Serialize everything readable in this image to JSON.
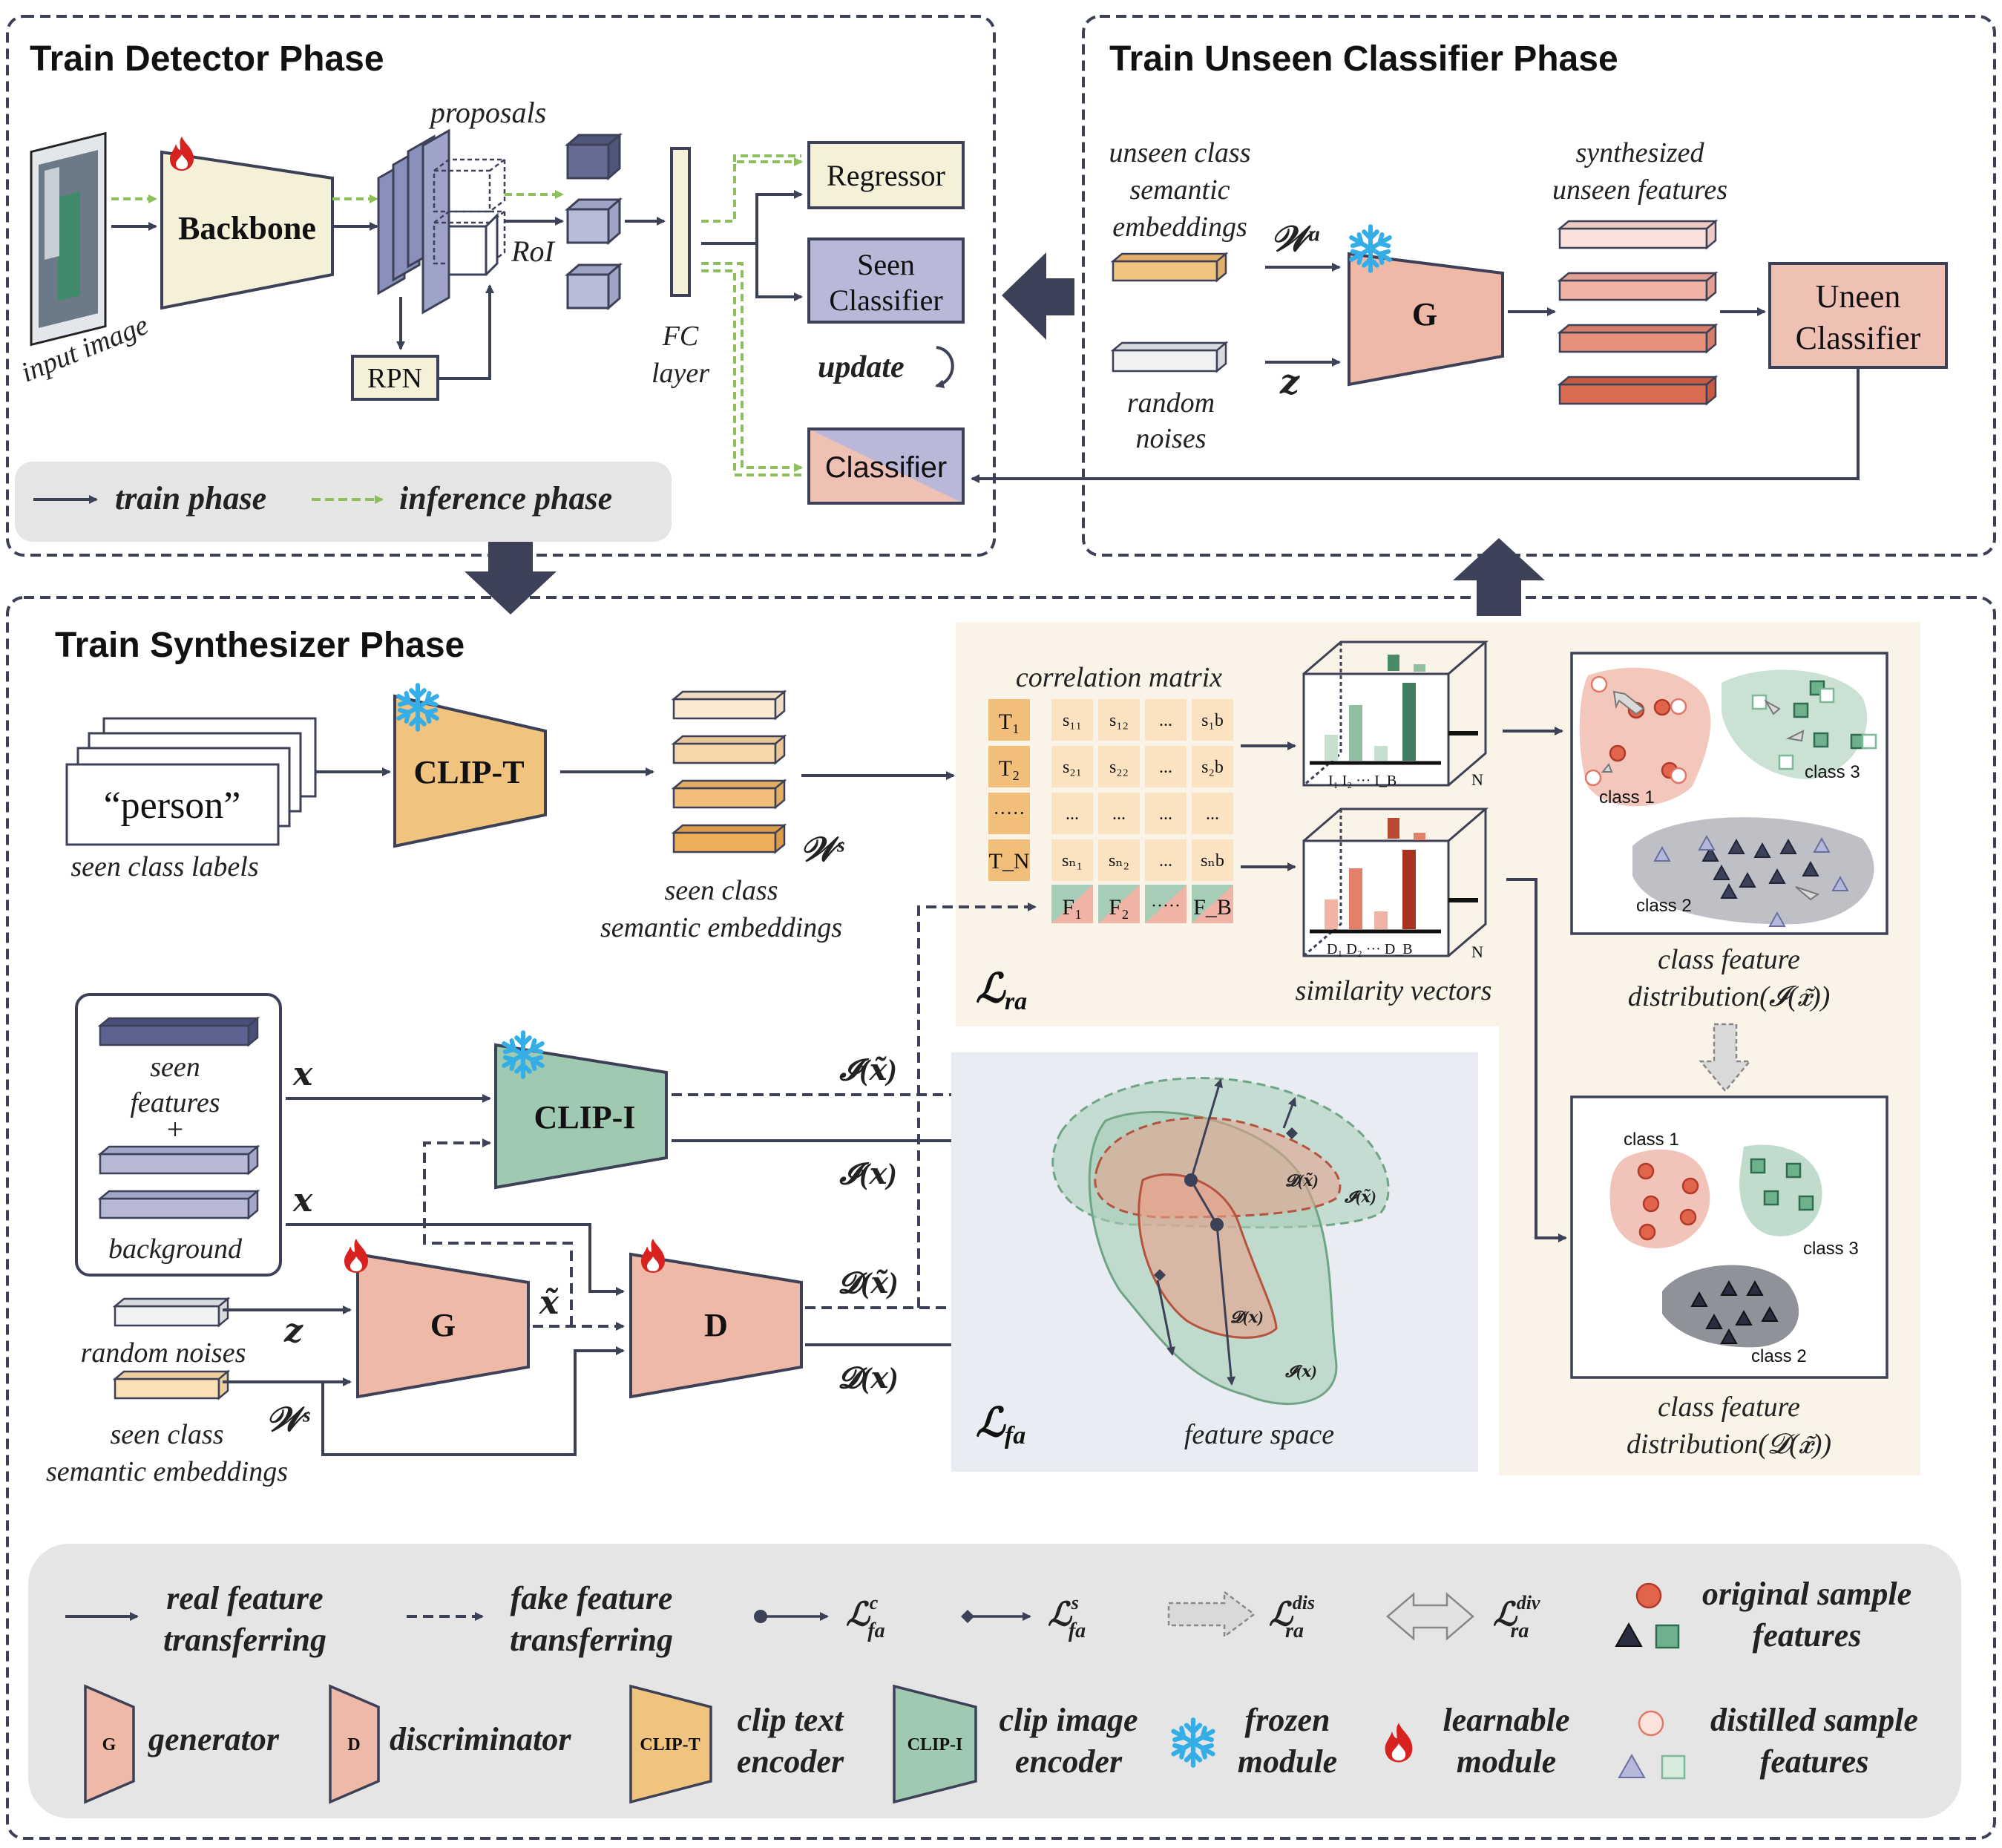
{
  "colors": {
    "dark": "#3d4157",
    "green_arrow": "#8dbf5a",
    "backbone_fill": "#f4f1d8",
    "seen_classifier": "#b9b8d8",
    "classifier_pink": "#efc1b5",
    "generator": "#efb9a8",
    "clip_t": "#f0c37e",
    "clip_i": "#9fc9b0",
    "frozen": "#35aee8",
    "flame": "#d8221f",
    "ra_panel": "#faf3e8",
    "fa_panel": "#e9edf3",
    "legend_bg": "#e5e5e5"
  },
  "phases": {
    "detector": "Train Detector Phase",
    "unseen": "Train Unseen Classifier Phase",
    "synth": "Train Synthesizer Phase"
  },
  "detector": {
    "input_image": "input image",
    "backbone": "Backbone",
    "proposals": "proposals",
    "roi": "RoI",
    "rpn": "RPN",
    "fc_line1": "FC",
    "fc_line2": "layer",
    "regressor": "Regressor",
    "seen_cls_line1": "Seen",
    "seen_cls_line2": "Classifier",
    "update": "update",
    "classifier": "Classifier",
    "legend_train": "train phase",
    "legend_infer": "inference phase"
  },
  "unseen": {
    "emb_line1": "unseen class",
    "emb_line2": "semantic",
    "emb_line3": "embeddings",
    "wu": "𝒲ᵘ",
    "noise_line1": "random",
    "noise_line2": "noises",
    "z": "𝒛",
    "g": "G",
    "synth_line1": "synthesized",
    "synth_line2": "unseen features",
    "cls_line1": "Uneen",
    "cls_line2": "Classifier"
  },
  "synth": {
    "person": "“person”",
    "seen_labels": "seen class labels",
    "clip_t": "CLIP-T",
    "seen_emb_line1": "seen class",
    "seen_emb_line2": "semantic embeddings",
    "ws": "𝒲ˢ",
    "corr": "correlation matrix",
    "t_labels": [
      "T₁",
      "T₂",
      "·····",
      "T_N"
    ],
    "matrix": [
      [
        "s₁₁",
        "s₁₂",
        "...",
        "s₁b"
      ],
      [
        "s₂₁",
        "s₂₂",
        "...",
        "s₂b"
      ],
      [
        "...",
        "...",
        "...",
        "..."
      ],
      [
        "sₙ₁",
        "sₙ₂",
        "...",
        "sₙb"
      ]
    ],
    "f_labels": [
      "F₁",
      "F₂",
      "·····",
      "F_B"
    ],
    "i_ticks": "I₁  I₂  ···  I_B",
    "d_ticks": "D₁ D₂ ··· D_B",
    "n": "N",
    "sim_vectors": "similarity vectors",
    "l_ra": "ℒ",
    "l_ra_sub": "ra",
    "l_fa": "ℒ",
    "l_fa_sub": "fa",
    "seen_feat_line1": "seen",
    "seen_feat_line2": "features",
    "plus": "+",
    "background": "background",
    "x": "𝒙",
    "clip_i": "CLIP-I",
    "i_xt": "𝓘(𝒙̃)",
    "i_x": "𝓘(𝒙)",
    "d_xt": "𝓓(𝒙̃)",
    "d_x": "𝓓(𝒙)",
    "noises": "random noises",
    "z": "𝒛",
    "g": "G",
    "d": "D",
    "xt": "𝒙̃",
    "seen_emb2_line1": "seen class",
    "seen_emb2_line2": "semantic embeddings",
    "ws2": "𝒲ˢ",
    "fs_d_xt": "𝓓(𝒙̃)",
    "fs_i_xt": "𝓘(𝒙̃)",
    "fs_d_x": "𝓓(𝒙)",
    "fs_i_x": "𝓘(𝒙)",
    "feature_space": "feature space",
    "class1": "class 1",
    "class2": "class 2",
    "class3": "class 3",
    "dist1_line1": "class feature",
    "dist1_line2": "distribution(𝓘(𝒙̃))",
    "dist2_line1": "class feature",
    "dist2_line2": "distribution(𝓓(𝒙̃))"
  },
  "legend": {
    "real1": "real feature",
    "real2": "transferring",
    "fake1": "fake feature",
    "fake2": "transferring",
    "lfa_c": "ℒ",
    "lfa_c_sup": "c",
    "lfa_c_sub": "fa",
    "lfa_s": "ℒ",
    "lfa_s_sup": "s",
    "lfa_s_sub": "fa",
    "lra_dis": "ℒ",
    "lra_dis_sup": "dis",
    "lra_dis_sub": "ra",
    "lra_div": "ℒ",
    "lra_div_sup": "div",
    "lra_div_sub": "ra",
    "orig1": "original sample",
    "orig2": "features",
    "g_icon": "G",
    "generator": "generator",
    "d_icon": "D",
    "discriminator": "discriminator",
    "clipt_icon": "CLIP-T",
    "clip_text1": "clip text",
    "clip_text2": "encoder",
    "clipi_icon": "CLIP-I",
    "clip_img1": "clip image",
    "clip_img2": "encoder",
    "frozen1": "frozen",
    "frozen2": "module",
    "learn1": "learnable",
    "learn2": "module",
    "dist1": "distilled sample",
    "dist2": "features"
  }
}
